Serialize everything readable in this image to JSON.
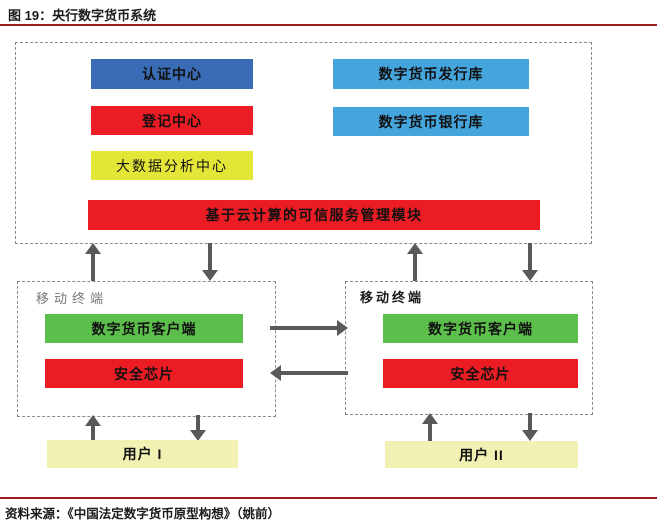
{
  "figure": {
    "title": "图 19：央行数字货币系统",
    "source": "资料来源：《中国法定数字货币原型构想》（姚前）"
  },
  "central_system": {
    "auth_center": "认证中心",
    "registration_center": "登记中心",
    "bigdata_center": "大数据分析中心",
    "issuance_repository": "数字货币发行库",
    "bank_repository": "数字货币银行库",
    "cloud_module": "基于云计算的可信服务管理模块"
  },
  "terminal_left": {
    "label": "移动终端",
    "client": "数字货币客户端",
    "chip": "安全芯片"
  },
  "terminal_right": {
    "label": "移动终端",
    "client": "数字货币客户端",
    "chip": "安全芯片"
  },
  "users": {
    "user1": "用户 I",
    "user2": "用户 II"
  },
  "icons": {
    "arrow_up": "solid upward triangle arrow",
    "arrow_down": "solid downward triangle arrow",
    "arrow_right": "solid rightward triangle arrow",
    "arrow_left": "solid leftward triangle arrow"
  },
  "colors": {
    "rule_dark_red": "#9e1c1c",
    "box_dark_blue": "#3a6cb5",
    "box_light_blue": "#44a5dd",
    "box_red": "#ec1c24",
    "box_yellow_green": "#e4e637",
    "box_green": "#5cbe4b",
    "box_pale_yellow": "#f1f1b4",
    "arrow_gray": "#595959",
    "dash_gray": "#8c8c8c"
  }
}
